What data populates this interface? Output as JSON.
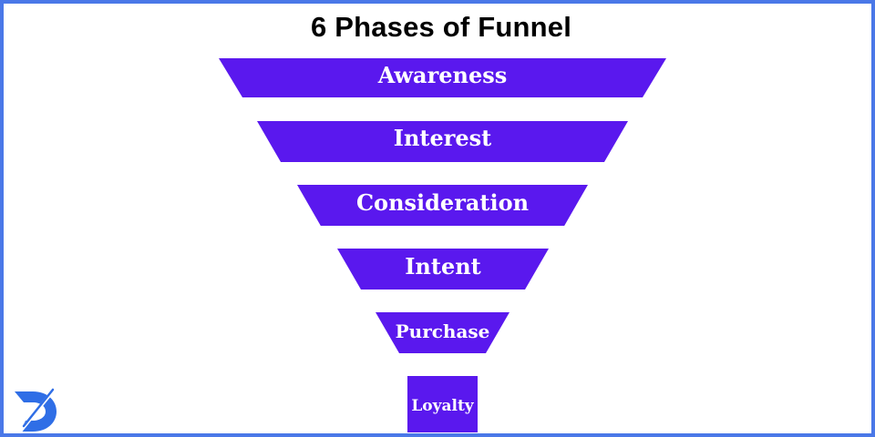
{
  "title": "6 Phases of Funnel",
  "colors": {
    "stage_fill": "#5a18ee",
    "stage_text": "#ffffff",
    "border": "#4a78e8",
    "logo": "#2f6ee6"
  },
  "stages": [
    {
      "label": "Awareness"
    },
    {
      "label": "Interest"
    },
    {
      "label": "Consideration"
    },
    {
      "label": "Intent"
    },
    {
      "label": "Purchase"
    },
    {
      "label": "Loyalty"
    }
  ],
  "logo": {
    "icon": "brand-d-logo-icon"
  }
}
